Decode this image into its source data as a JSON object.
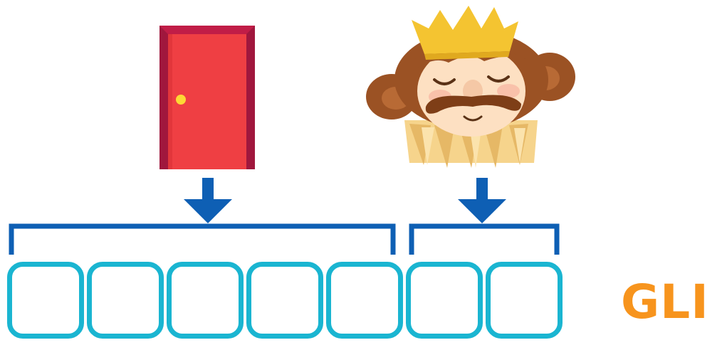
{
  "hint_text": "GLI",
  "answer": {
    "total_letters": 7,
    "groups": [
      {
        "picture": "door-icon",
        "letters": 5
      },
      {
        "picture": "king-icon",
        "letters": 2
      }
    ]
  },
  "colors": {
    "bracket_arrow": "#0e5fb4",
    "box_border": "#1ab5d1",
    "hint": "#f7941d",
    "door": "#ef3f43",
    "door_frame": "#a0173d",
    "door_knob": "#fdd835",
    "crown": "#f4c431",
    "hair": "#9b5224"
  }
}
